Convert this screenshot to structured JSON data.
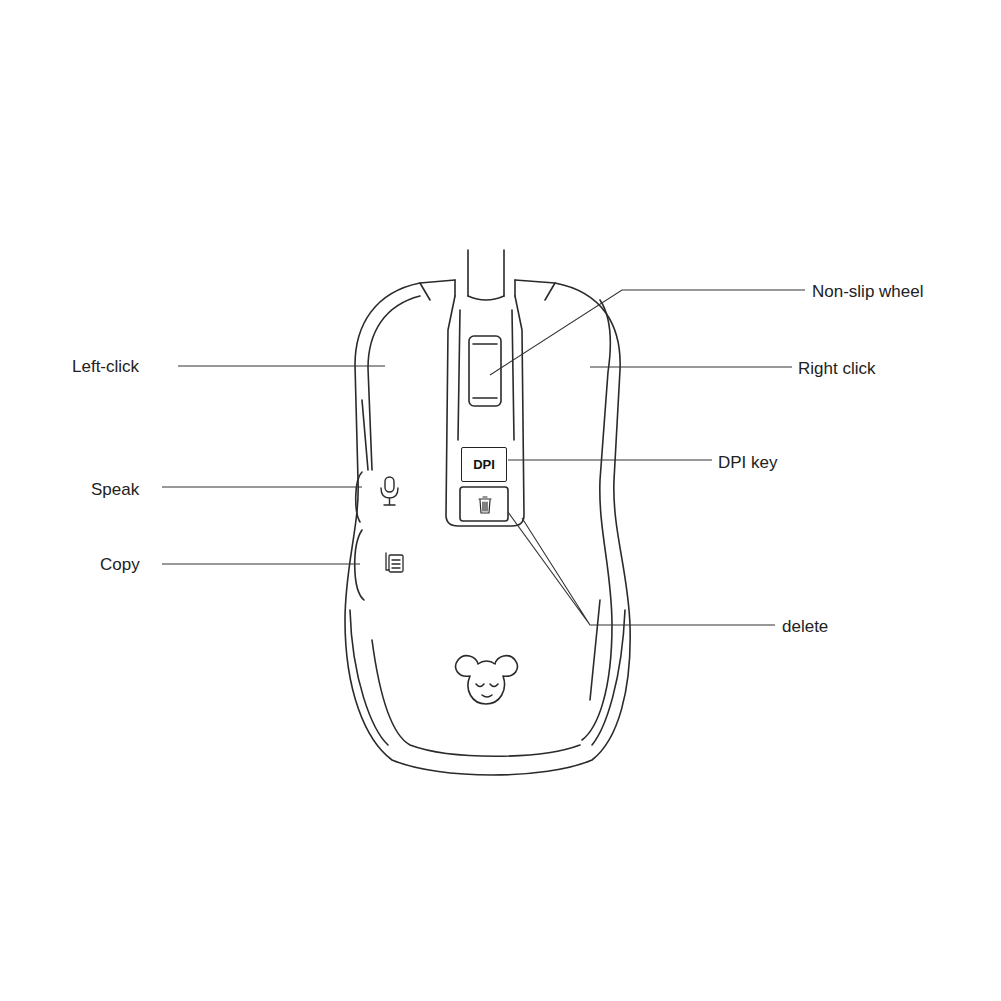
{
  "diagram": {
    "nodes": [
      {
        "text": [
          "DPI"
        ]
      }
    ],
    "labels": [
      "Non-slip wheel",
      "Left-click",
      "Right click",
      "DPI key",
      "Speak",
      "Copy",
      "delete"
    ]
  }
}
